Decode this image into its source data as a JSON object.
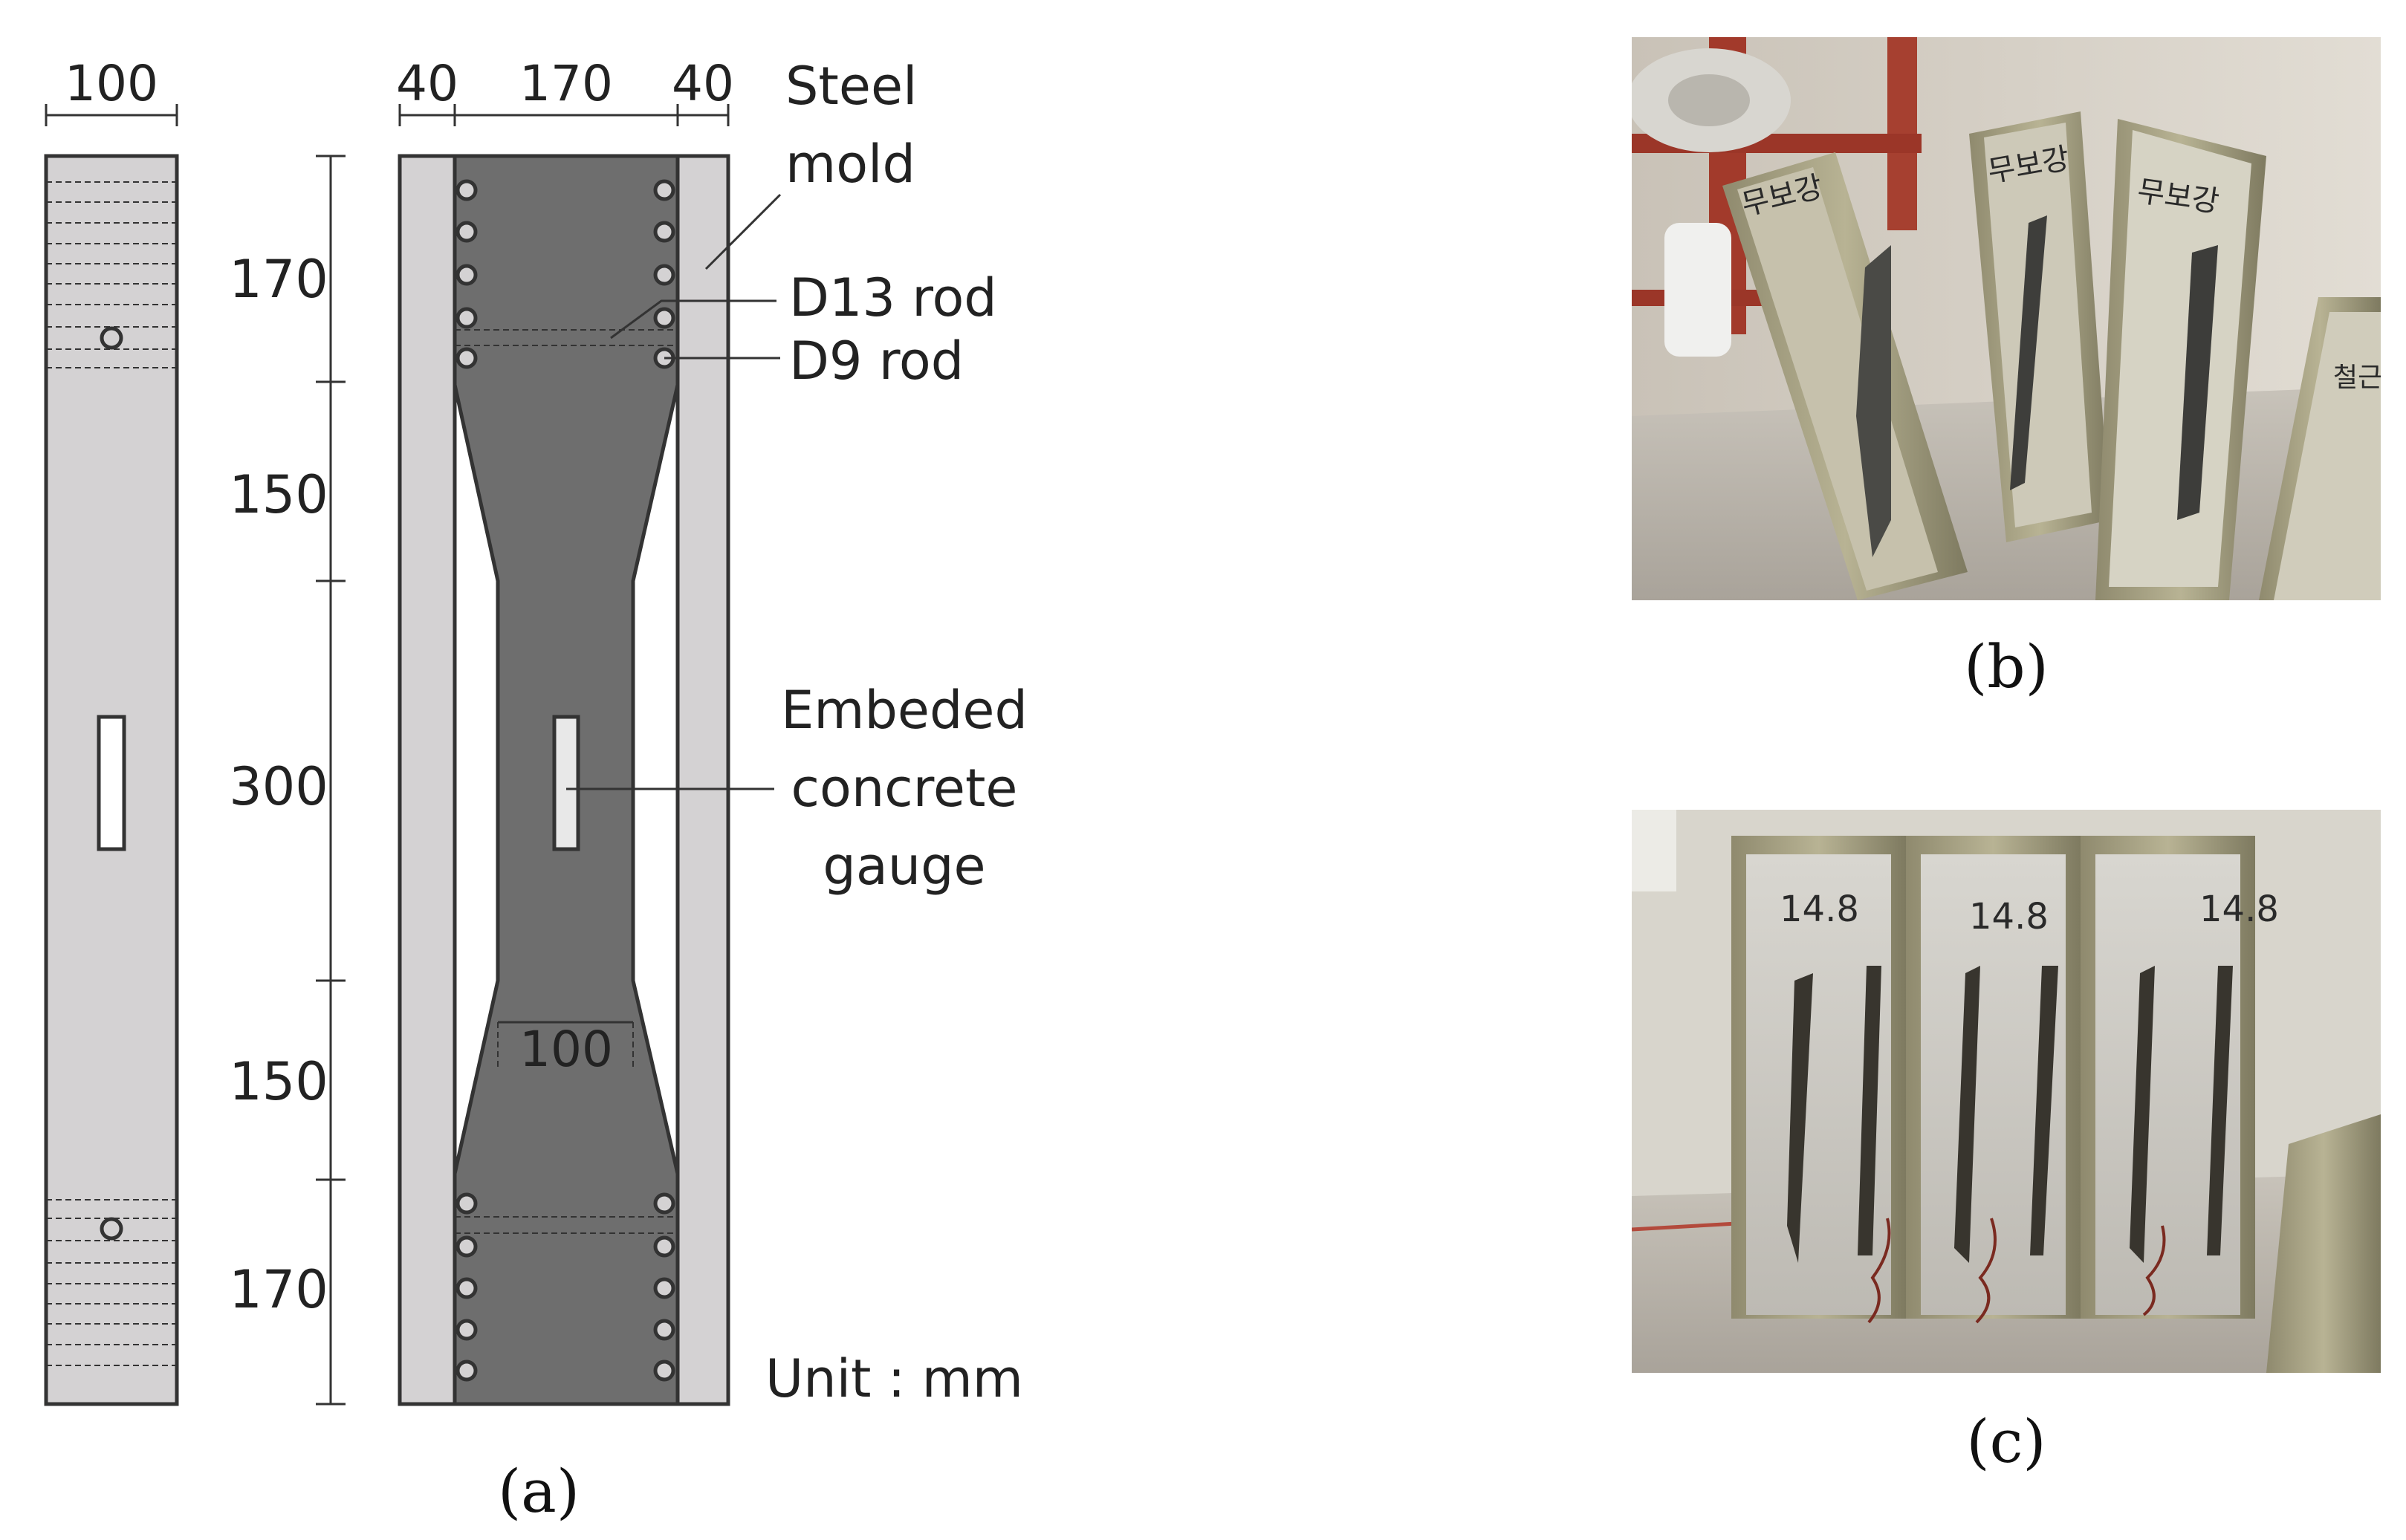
{
  "drawing": {
    "dims": {
      "side_width": "100",
      "mold_left": "40",
      "center": "170",
      "mold_right": "40",
      "seg1": "170",
      "seg2": "150",
      "seg3": "300",
      "seg4": "150",
      "seg5": "170",
      "neck_width": "100"
    },
    "labels": {
      "steel_mold_line1": "Steel",
      "steel_mold_line2": "mold",
      "d13_rod": "D13 rod",
      "d9_rod": "D9 rod",
      "gauge_line1": "Embeded",
      "gauge_line2": "concrete",
      "gauge_line3": "gauge",
      "unit": "Unit : mm"
    },
    "caption": "(a)"
  },
  "photo_b": {
    "caption": "(b)",
    "labels": [
      "무보강",
      "무보강",
      "무보강",
      "철근보강"
    ]
  },
  "photo_c": {
    "caption": "(c)",
    "labels": [
      "14.8",
      "14.8",
      "14.8"
    ]
  },
  "colors": {
    "concrete_light": "#d4d2d3",
    "concrete_dark": "#6e6e6e",
    "outline": "#333333"
  }
}
